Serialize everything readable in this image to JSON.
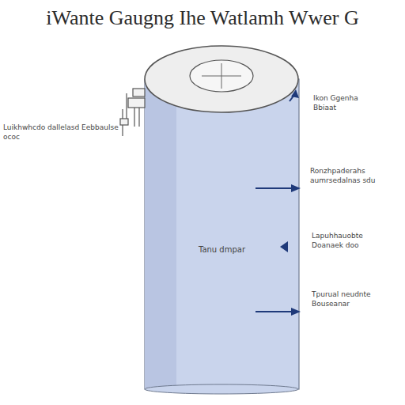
{
  "diagram": {
    "title": "iWante Gaugng Ihe Watlamh Wwer G",
    "nodes": [
      {
        "text": [
          "Tanu dmpar"
        ]
      }
    ],
    "labels": [
      "Luikhwhcdo dallelasd Eebbaulse ococ",
      "Ikon Ggenha Bbiaat",
      "Ronzhpaderahs aumrsedalnas sdu",
      "Lapuhhauobte Doanaek doo",
      "Tpurual neudnte Bouseanar"
    ]
  }
}
